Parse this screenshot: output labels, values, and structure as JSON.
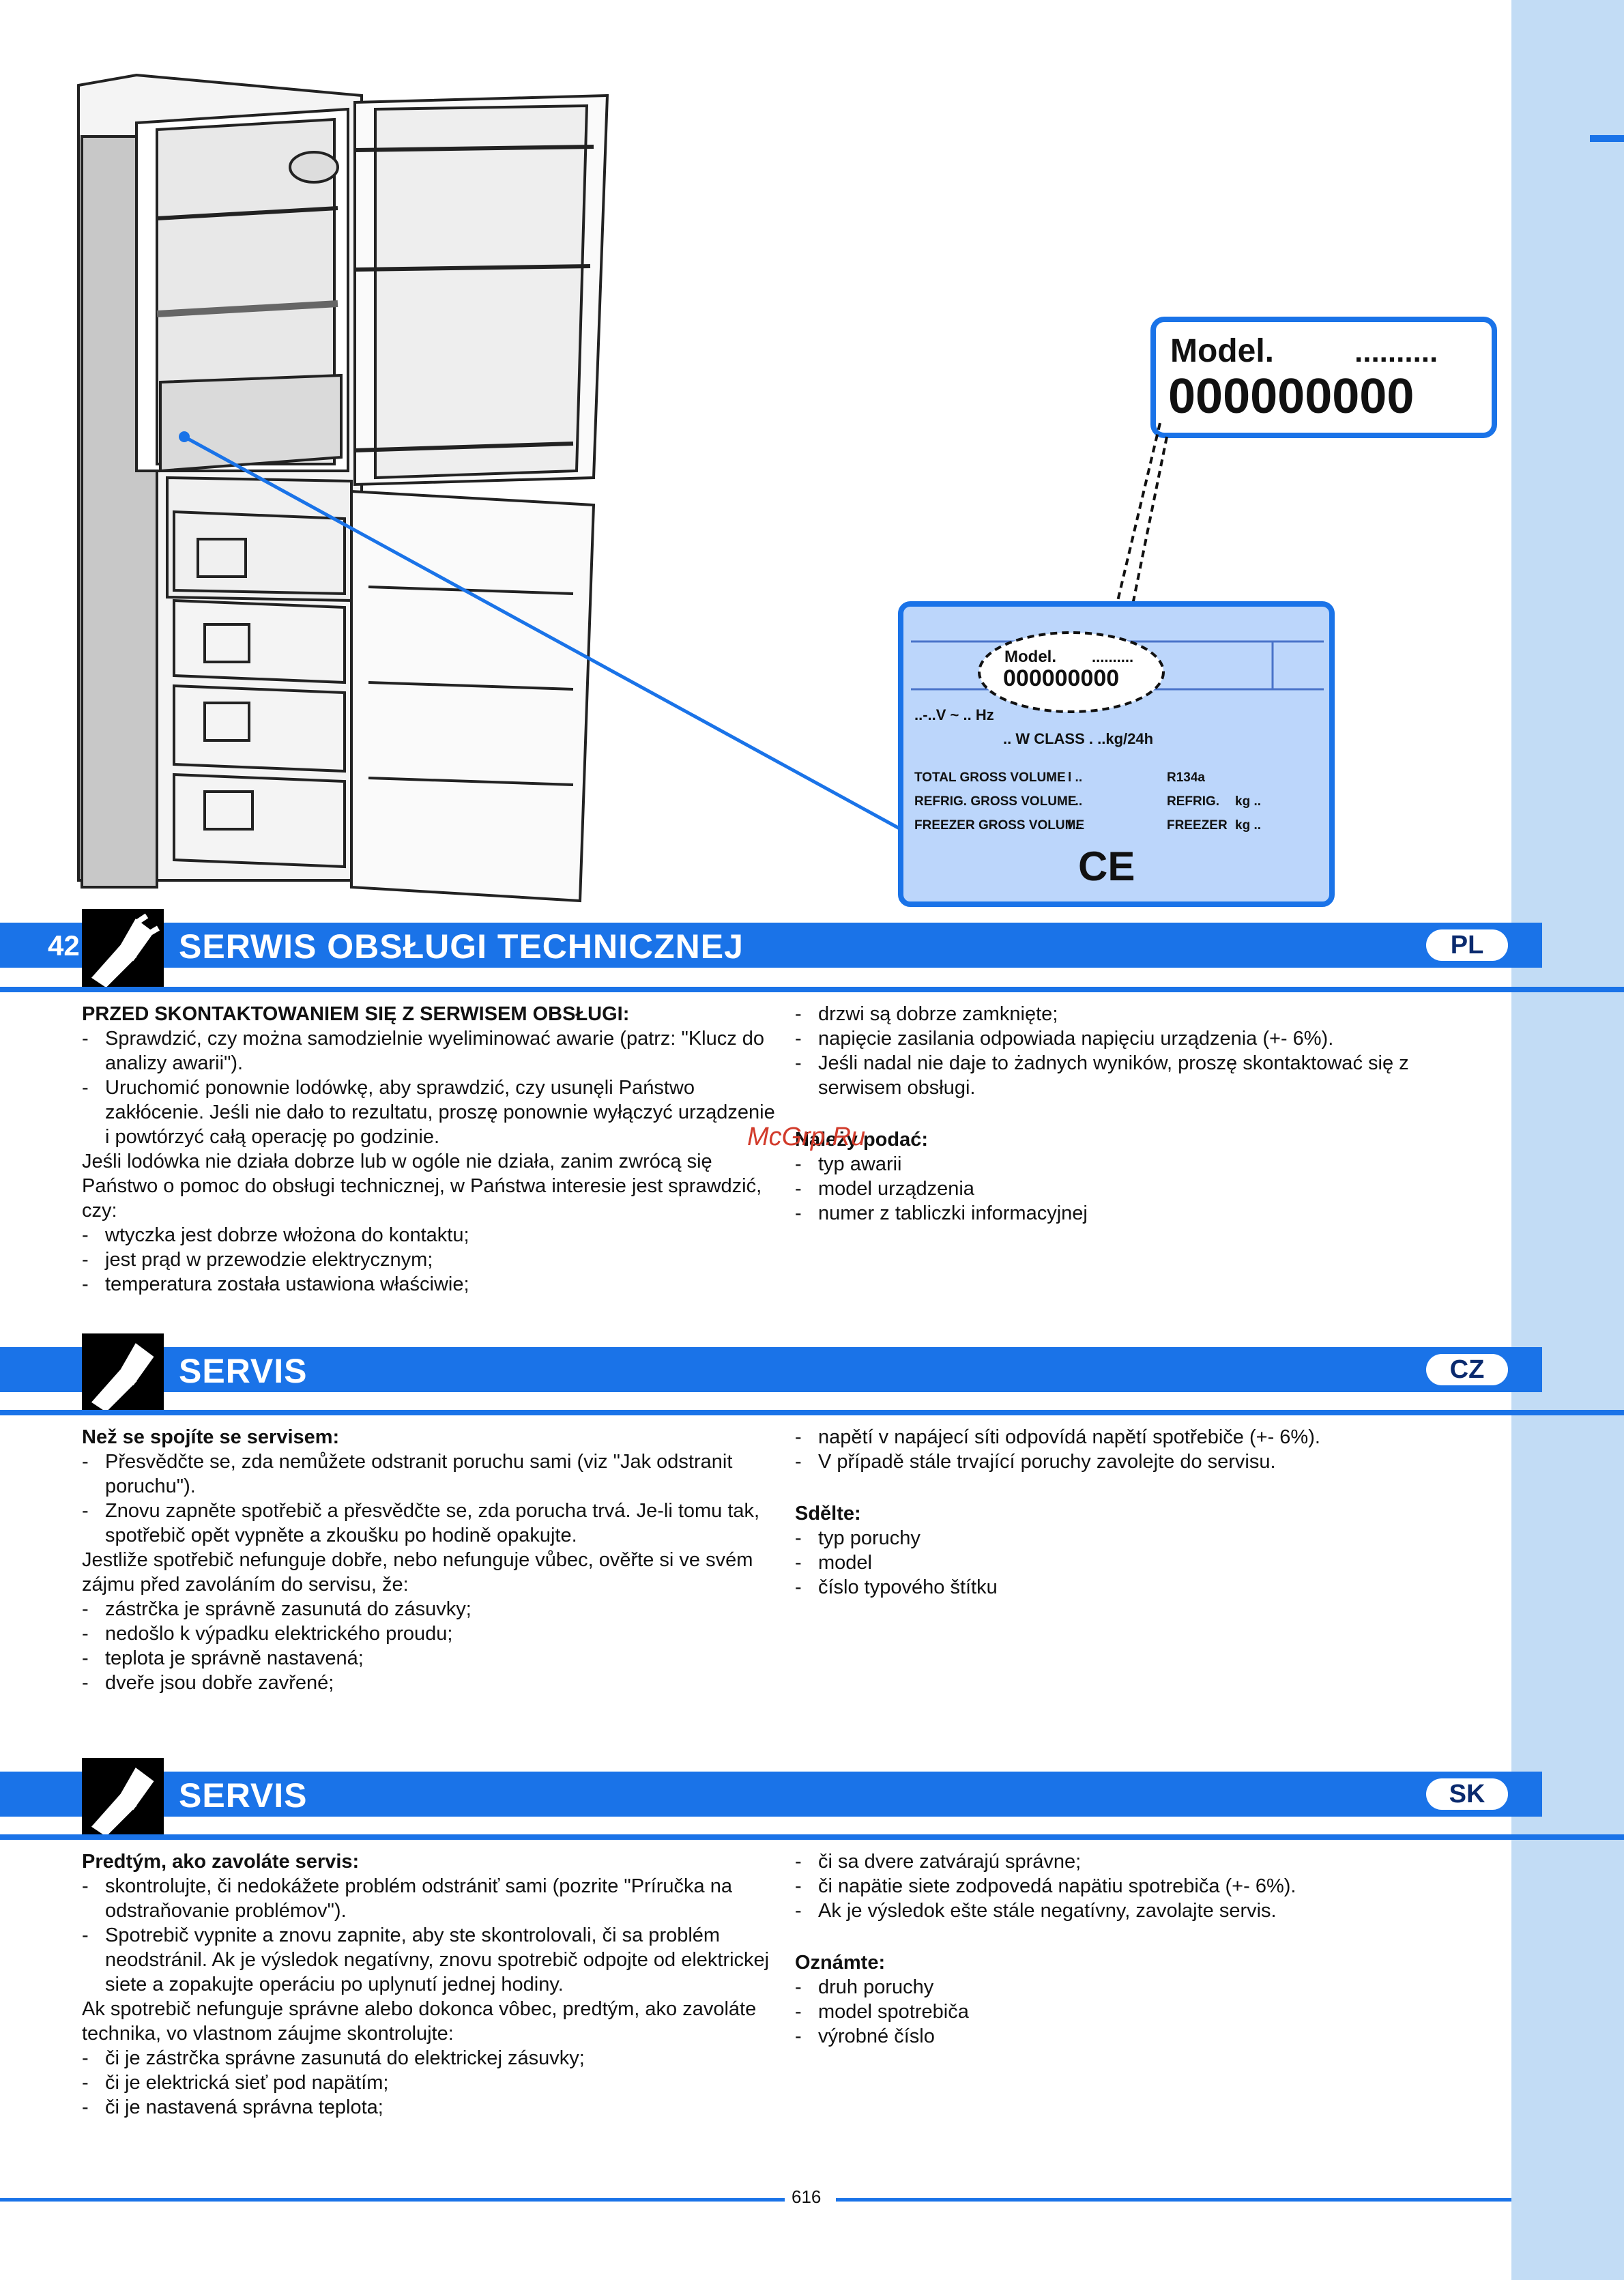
{
  "sidebar": {},
  "rating_plate": {
    "callout_model_label": "Model.",
    "callout_model_dots": "..........",
    "callout_model_number": "000000000",
    "plate_model_label": "Model.",
    "plate_model_dots": "..........",
    "plate_model_number": "000000000",
    "row1": "..-..V   ~   .. Hz",
    "row2": ".. W          CLASS  .   ..kg/24h",
    "total_gross": "TOTAL GROSS VOLUME",
    "refrig_gross": "REFRIG. GROSS VOLUME",
    "freezer_gross": "FREEZER GROSS VOLUME",
    "l_unit": "l ..",
    "r134": "R134a",
    "refrig": "REFRIG.",
    "freezer": "FREEZER",
    "kg_unit": "kg ..",
    "ce": "CE"
  },
  "sections": {
    "pl": {
      "page_number": "42",
      "title": "SERWIS OBSŁUGI TECHNICZNEJ",
      "badge": "PL",
      "left": {
        "heading": "PRZED SKONTAKTOWANIEM SIĘ Z SERWISEM OBSŁUGI:",
        "item1": "Sprawdzić, czy można samodzielnie wyeliminować awarie (patrz: \"Klucz do analizy awarii\").",
        "item2": "Uruchomić ponownie lodówkę, aby sprawdzić, czy usunęli Państwo zakłócenie. Jeśli nie dało to rezultatu, proszę ponownie wyłączyć urządzenie i powtórzyć całą operację po godzinie.",
        "para": "Jeśli lodówka nie działa dobrze lub w ogóle nie działa, zanim zwrócą się Państwo o pomoc do obsługi technicznej, w Państwa interesie jest sprawdzić, czy:",
        "item3": "wtyczka jest dobrze włożona do kontaktu;",
        "item4": "jest prąd w przewodzie elektrycznym;",
        "item5": "temperatura została ustawiona właściwie;"
      },
      "right": {
        "item1": "drzwi są dobrze zamknięte;",
        "item2": "napięcie zasilania odpowiada napięciu urządzenia (+- 6%).",
        "item3": "Jeśli nadal nie daje to żadnych wyników, proszę skontaktować się z serwisem obsługi.",
        "heading": "Należy podać:",
        "item4": "typ awarii",
        "item5": "model urządzenia",
        "item6": "numer z tabliczki informacyjnej"
      }
    },
    "cz": {
      "title": "SERVIS",
      "badge": "CZ",
      "left": {
        "heading": "Než se spojíte se servisem:",
        "item1": "Přesvědčte se, zda nemůžete odstranit poruchu sami (viz \"Jak odstranit poruchu\").",
        "item2": "Znovu zapněte spotřebič a přesvědčte se, zda porucha trvá. Je-li tomu tak, spotřebič opět vypněte a zkoušku po hodině opakujte.",
        "para": "Jestliže spotřebič nefunguje dobře, nebo nefunguje vůbec, ověřte si ve svém zájmu před zavoláním do servisu, že:",
        "item3": "zástrčka je správně zasunutá do zásuvky;",
        "item4": "nedošlo k výpadku elektrického proudu;",
        "item5": "teplota je správně nastavená;",
        "item6": "dveře jsou dobře zavřené;"
      },
      "right": {
        "item1": "napětí v napájecí síti odpovídá napětí spotřebiče (+- 6%).",
        "item2": "V případě stále trvající poruchy zavolejte do servisu.",
        "heading": "Sdělte:",
        "item3": "typ poruchy",
        "item4": "model",
        "item5": "číslo typového štítku"
      }
    },
    "sk": {
      "title": "SERVIS",
      "badge": "SK",
      "left": {
        "heading": "Predtým, ako zavoláte servis:",
        "item1": "skontrolujte, či nedokážete problém odstrániť sami (pozrite \"Príručka na odstraňovanie problémov\").",
        "item2": "Spotrebič vypnite a znovu zapnite, aby ste skontrolovali, či sa problém neodstránil. Ak je výsledok negatívny, znovu spotrebič odpojte od elektrickej siete a zopakujte operáciu po uplynutí jednej hodiny.",
        "para": "Ak spotrebič nefunguje správne alebo dokonca vôbec, predtým, ako zavoláte technika, vo vlastnom záujme skontrolujte:",
        "item3": "či je zástrčka správne zasunutá do elektrickej zásuvky;",
        "item4": "či je elektrická sieť pod napätím;",
        "item5": "či je nastavená správna teplota;"
      },
      "right": {
        "item1": "či sa dvere zatvárajú správne;",
        "item2": "či napätie siete zodpovedá napätiu spotrebiča (+- 6%).",
        "item3": "Ak je výsledok ešte stále negatívny, zavolajte servis.",
        "heading": "Oznámte:",
        "item4": "druh poruchy",
        "item5": "model spotrebiča",
        "item6": "výrobné číslo"
      }
    }
  },
  "watermark": "McGrp.Ru",
  "footer": {
    "page": "616"
  },
  "colors": {
    "accent": "#1a73e8",
    "band": "#c2dcf5",
    "plate": "#bcd6fb"
  }
}
